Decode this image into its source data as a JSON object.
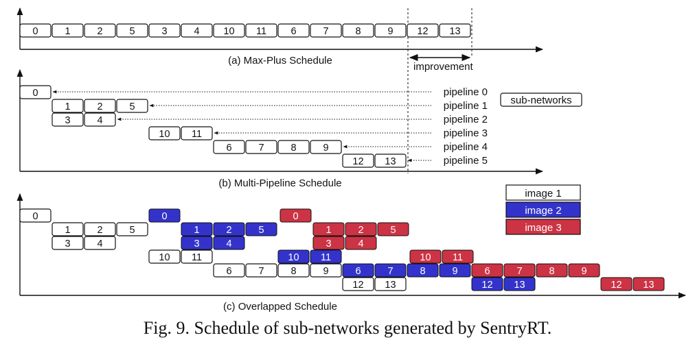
{
  "panels": {
    "a": {
      "title": "(a) Max-Plus Schedule",
      "rows": [
        [
          "0",
          "1",
          "2",
          "5",
          "3",
          "4",
          "10",
          "11",
          "6",
          "7",
          "8",
          "9",
          "12",
          "13"
        ]
      ]
    },
    "b": {
      "title": "(b) Multi-Pipeline Schedule",
      "rows": [
        [
          "0"
        ],
        [
          "1",
          "2",
          "5"
        ],
        [
          "3",
          "4"
        ],
        [
          "10",
          "11"
        ],
        [
          "6",
          "7",
          "8",
          "9"
        ],
        [
          "12",
          "13"
        ]
      ],
      "pipeline_labels": [
        "pipeline 0",
        "pipeline 1",
        "pipeline 2",
        "pipeline 3",
        "pipeline 4",
        "pipeline 5"
      ]
    },
    "c": {
      "title": "(c) Overlapped Schedule"
    }
  },
  "annotations": {
    "improvement": "improvement",
    "sub_networks": "sub-networks"
  },
  "legend": {
    "items": [
      {
        "label": "image 1",
        "color": "#ffffff",
        "text_color": "#111111"
      },
      {
        "label": "image 2",
        "color": "#3333cc",
        "text_color": "#ffffff"
      },
      {
        "label": "image 3",
        "color": "#cc3344",
        "text_color": "#ffffff"
      }
    ]
  },
  "caption": "Fig. 9.  Schedule of sub-networks generated by SentryRT."
}
